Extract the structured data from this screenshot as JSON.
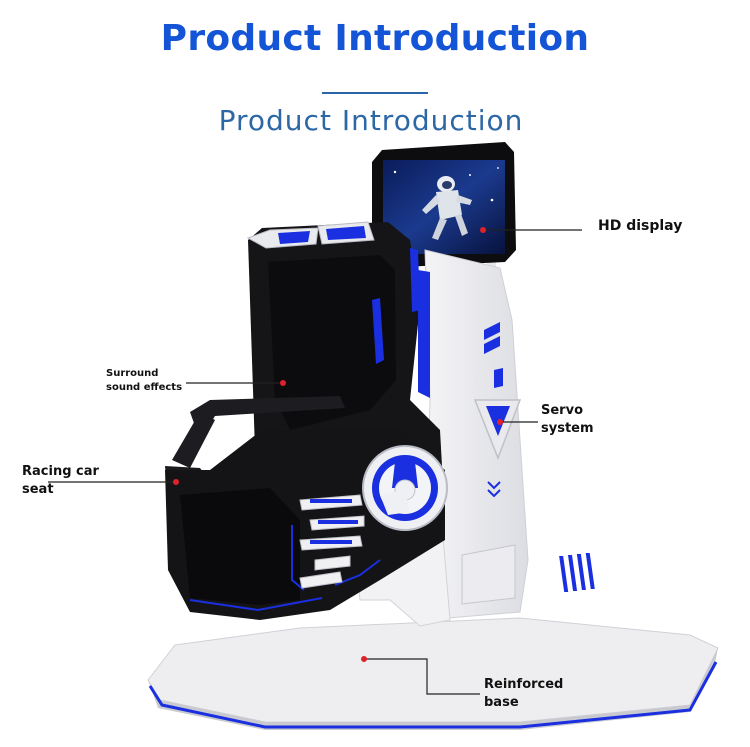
{
  "header": {
    "title": "Product Introduction",
    "subtitle": "Product Introduction"
  },
  "callouts": {
    "hd_display": "HD display",
    "servo_line1": "Servo",
    "servo_line2": "system",
    "sound_line1": "Surround",
    "sound_line2": "sound effects",
    "seat_line1": "Racing car",
    "seat_line2": "seat",
    "base_line1": "Reinforced",
    "base_line2": "base"
  },
  "colors": {
    "title_blue": "#1454d6",
    "subtitle_blue": "#2d68a6",
    "machine_black": "#111111",
    "accent_blue": "#1a2fe0",
    "callout_dot": "#e0202a"
  }
}
